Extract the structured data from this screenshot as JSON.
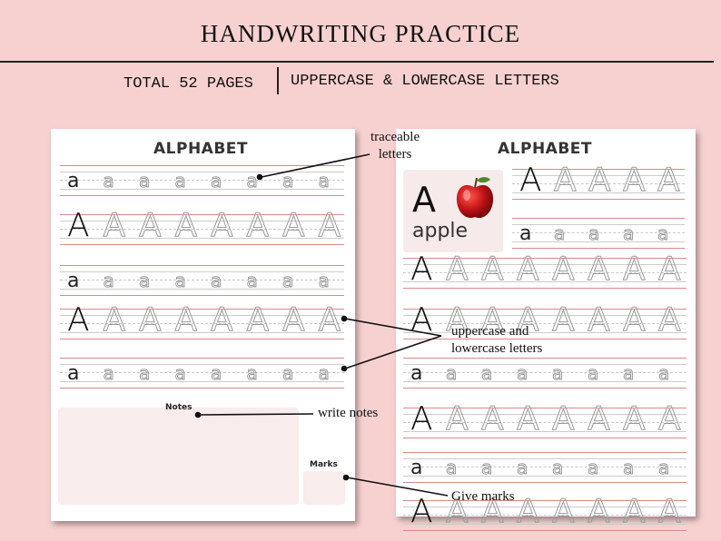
{
  "header": {
    "title": "HANDWRITING PRACTICE",
    "pages": "TOTAL 52 PAGES",
    "letters": "UPPERCASE & LOWERCASE LETTERS"
  },
  "left_sheet": {
    "title": "ALPHABET",
    "rows": [
      "a",
      "A",
      "a",
      "A",
      "a"
    ],
    "notes_label": "Notes",
    "marks_label": "Marks"
  },
  "right_sheet": {
    "title": "ALPHABET",
    "example_letter": "A",
    "example_word": "apple",
    "example_icon": "apple-icon",
    "top_rows": [
      "A",
      "a"
    ],
    "rows": [
      "A",
      "A",
      "a",
      "A",
      "a",
      "A"
    ]
  },
  "annotations": {
    "traceable": "traceable\nletters",
    "cases": "uppercase and\nlowercase letters",
    "notes": "write notes",
    "marks": "Give marks"
  }
}
